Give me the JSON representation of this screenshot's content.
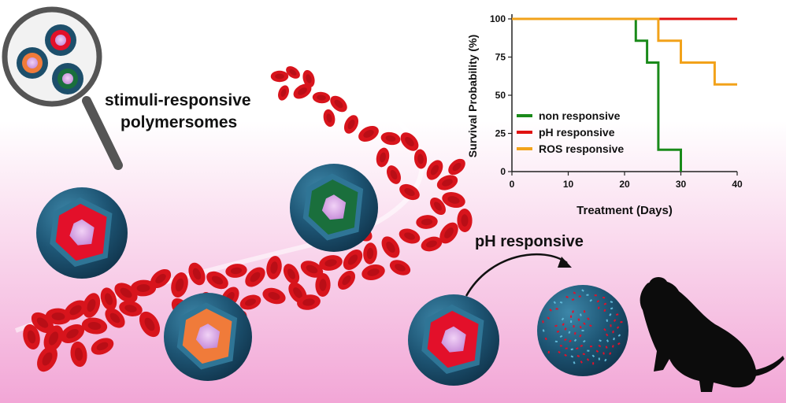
{
  "labels": {
    "title_line1": "stimuli-responsive",
    "title_line2": "polymersomes",
    "ph_responsive": "pH responsive"
  },
  "colors": {
    "background_top": "#ffffff",
    "background_bottom": "#f2a6d6",
    "shell": "#1d4f6b",
    "shell_light": "#2f7596",
    "ph_core": "#e3102a",
    "ros_core": "#f07b3a",
    "green_core": "#1a6f3c",
    "cargo": "#d9a8e6",
    "rbc": "#d8141c",
    "mouse": "#0c0c0c",
    "non_responsive": "#1a8a1a",
    "ph_responsive": "#e01010",
    "ros_responsive": "#f2a21a"
  },
  "icons": [
    "magnifier-icon",
    "red-blood-cell-icon",
    "polymersome-icon",
    "mouse-icon",
    "curved-arrow-icon"
  ],
  "chart_data": {
    "type": "line",
    "step": true,
    "xlabel": "Treatment (Days)",
    "ylabel": "Survival Probability (%)",
    "xlim": [
      0,
      40
    ],
    "ylim": [
      0,
      100
    ],
    "xticks": [
      0,
      10,
      20,
      30,
      40
    ],
    "yticks": [
      0,
      25,
      50,
      75,
      100
    ],
    "grid": false,
    "legend_position": "bottom-left",
    "series": [
      {
        "name": "non responsive",
        "color": "#1a8a1a",
        "x": [
          0,
          22,
          23,
          24,
          25,
          26,
          30
        ],
        "y": [
          100,
          85.7,
          85.7,
          71.4,
          71.4,
          14.3,
          0
        ]
      },
      {
        "name": "pH responsive",
        "color": "#e01010",
        "x": [
          0,
          40
        ],
        "y": [
          100,
          100
        ]
      },
      {
        "name": "ROS responsive",
        "color": "#f2a21a",
        "x": [
          0,
          26,
          30,
          36,
          40
        ],
        "y": [
          100,
          85.7,
          71.4,
          57.1,
          57.1
        ]
      }
    ]
  }
}
